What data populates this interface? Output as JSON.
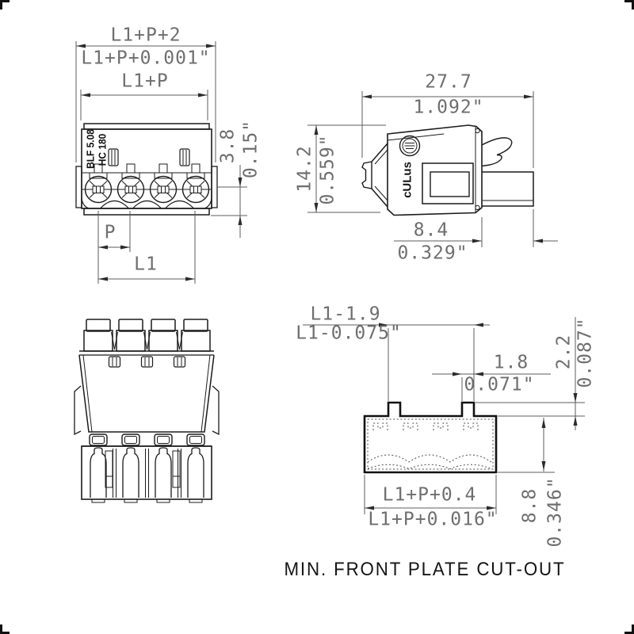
{
  "caption": "MIN. FRONT PLATE CUT-OUT",
  "front_view": {
    "product_label_line1": "BLF 5.08",
    "product_label_line2": "HC 180",
    "dims": {
      "outer_width_mm": "L1+P+2",
      "outer_width_in": "L1+P+0.001\"",
      "pin_span_width": "L1+P",
      "bottom_offset_mm": "3.8",
      "bottom_offset_in": "0.15\"",
      "pitch": "P",
      "l1": "L1"
    }
  },
  "side_view": {
    "cert_mark": "cULus",
    "dims": {
      "total_depth_mm": "27.7",
      "total_depth_in": "1.092\"",
      "height_mm": "14.2",
      "height_in": "0.559\"",
      "shroud_depth_mm": "8.4",
      "shroud_depth_in": "0.329\""
    }
  },
  "cutout_view": {
    "dims": {
      "notch_span_mm": "L1-1.9",
      "notch_span_in": "L1-0.075\"",
      "notch_width_mm": "1.8",
      "notch_width_in": "0.071\"",
      "notch_height_mm": "2.2",
      "notch_height_in": "0.087\"",
      "cutout_height_mm": "8.8",
      "cutout_height_in": "0.346\"",
      "cutout_width_mm": "L1+P+0.4",
      "cutout_width_in": "L1+P+0.016\""
    }
  }
}
